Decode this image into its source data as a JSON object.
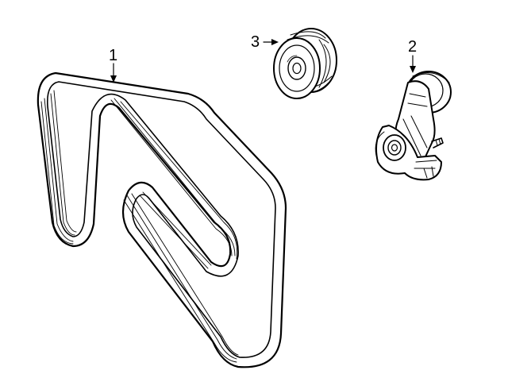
{
  "diagram": {
    "callouts": [
      {
        "id": "1",
        "label": "1"
      },
      {
        "id": "2",
        "label": "2"
      },
      {
        "id": "3",
        "label": "3"
      }
    ],
    "parts": [
      {
        "callout": "1",
        "icon": "serpentine-belt-icon"
      },
      {
        "callout": "2",
        "icon": "belt-tensioner-icon"
      },
      {
        "callout": "3",
        "icon": "idler-pulley-icon"
      }
    ],
    "colors": {
      "line": "#000000",
      "background": "#ffffff"
    }
  }
}
